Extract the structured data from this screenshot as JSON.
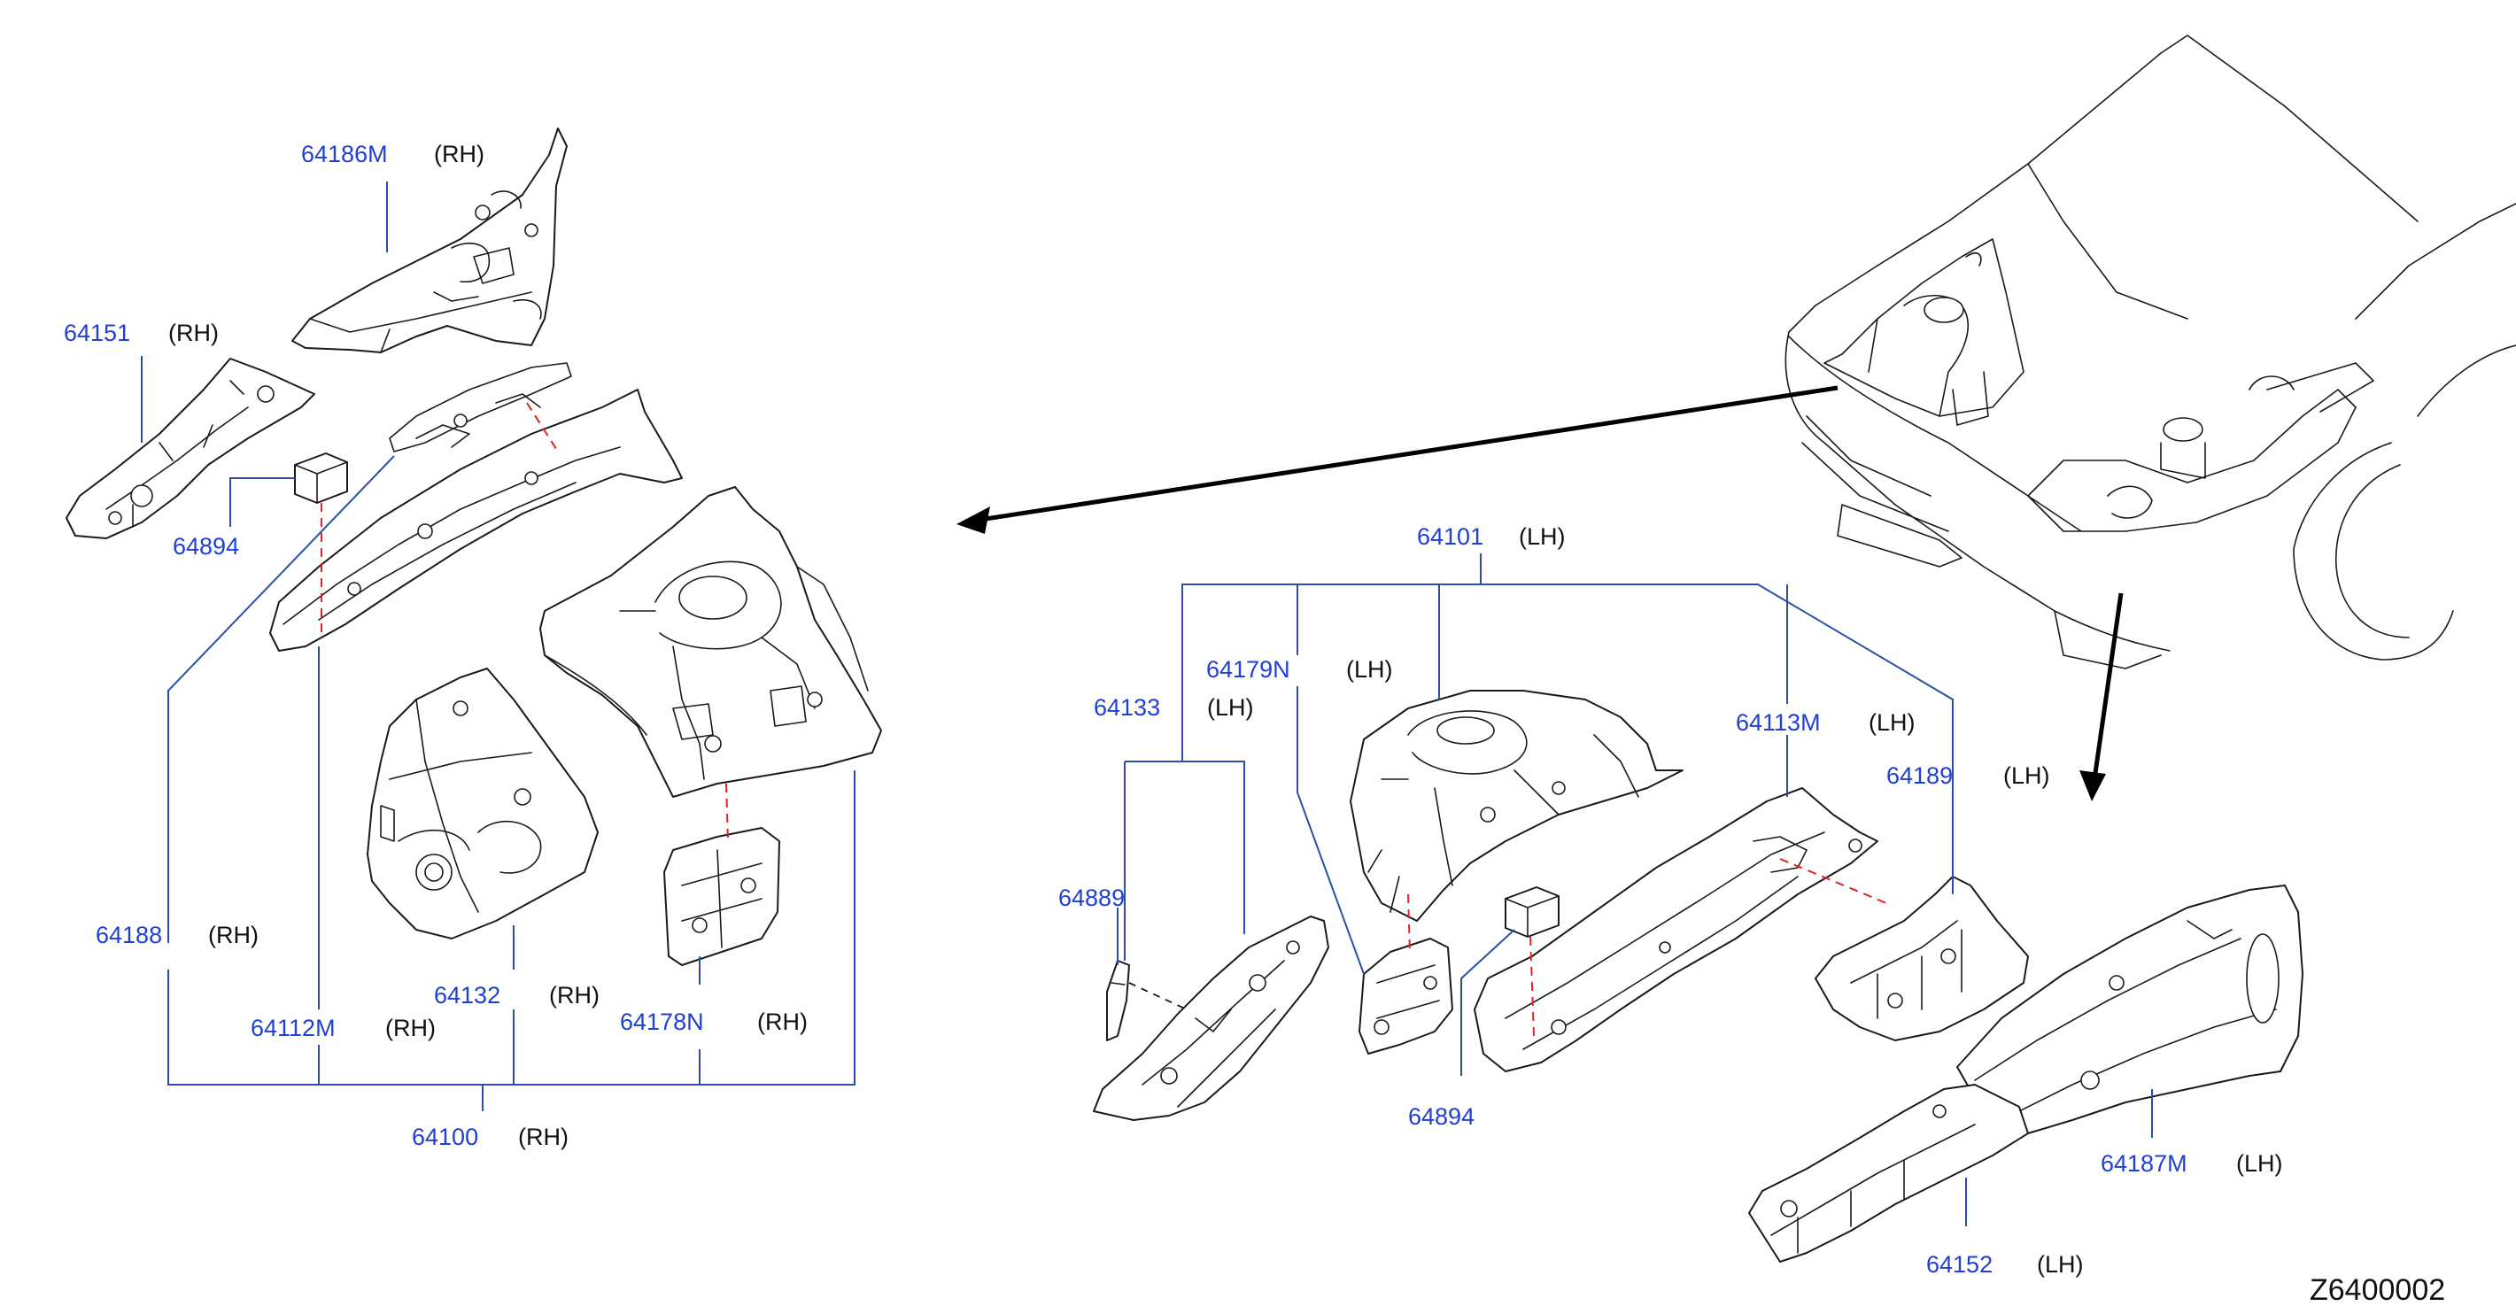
{
  "labels": {
    "p64186M": {
      "part": "64186M",
      "side": "(RH)"
    },
    "p64151": {
      "part": "64151",
      "side": "(RH)"
    },
    "p64894a": {
      "part": "64894"
    },
    "p64188": {
      "part": "64188",
      "side": "(RH)"
    },
    "p64112M": {
      "part": "64112M",
      "side": "(RH)"
    },
    "p64132": {
      "part": "64132",
      "side": "(RH)"
    },
    "p64178N": {
      "part": "64178N",
      "side": "(RH)"
    },
    "p64100": {
      "part": "64100",
      "side": "(RH)"
    },
    "p64101": {
      "part": "64101",
      "side": "(LH)"
    },
    "p64179N": {
      "part": "64179N",
      "side": "(LH)"
    },
    "p64133": {
      "part": "64133",
      "side": "(LH)"
    },
    "p64113M": {
      "part": "64113M",
      "side": "(LH)"
    },
    "p64189": {
      "part": "64189",
      "side": "(LH)"
    },
    "p64889": {
      "part": "64889"
    },
    "p64894b": {
      "part": "64894"
    },
    "p64187M": {
      "part": "64187M",
      "side": "(LH)"
    },
    "p64152": {
      "part": "64152",
      "side": "(LH)"
    }
  },
  "diagram_code": "Z6400002",
  "colors": {
    "part_number": "#1f3fd6",
    "leader_line": "#2b4fa8",
    "assembly_dash": "#e02424",
    "outline": "#1a1a1a"
  }
}
